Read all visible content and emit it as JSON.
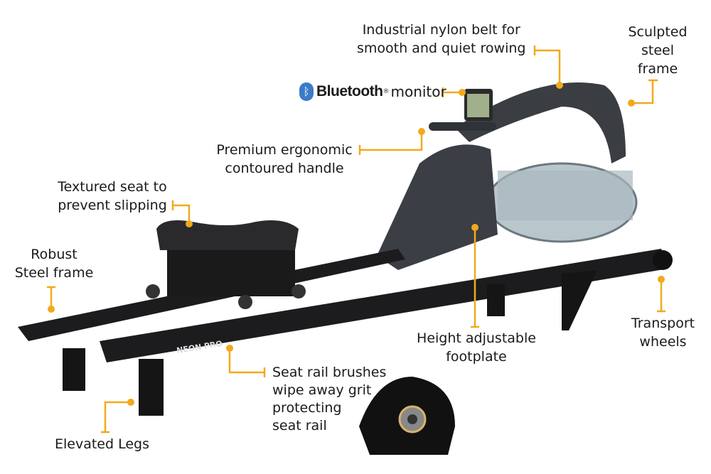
{
  "callouts": {
    "belt": [
      "Industrial nylon belt for",
      "smooth and quiet rowing"
    ],
    "bluetooth_brand": "Bluetooth",
    "bluetooth_reg": "®",
    "bluetooth_rest": "monitor",
    "frame_top": [
      "Sculpted",
      "steel",
      "frame"
    ],
    "handle": [
      "Premium ergonomic",
      "contoured handle"
    ],
    "seat": [
      "Textured seat to",
      "prevent slipping"
    ],
    "robust": [
      "Robust",
      "Steel frame"
    ],
    "footplate": [
      "Height adjustable",
      "footplate"
    ],
    "wheels": [
      "Transport",
      "wheels"
    ],
    "brushes": [
      "Seat rail brushes",
      "wipe away grit",
      "protecting",
      "seat rail"
    ],
    "legs": "Elevated Legs"
  },
  "product_branding": "NEON PRO",
  "colors": {
    "leader": "#f2a91c",
    "frame": "#1c1c1e",
    "bluetooth": "#3a7cc8"
  },
  "icons": [
    "bluetooth-icon"
  ]
}
